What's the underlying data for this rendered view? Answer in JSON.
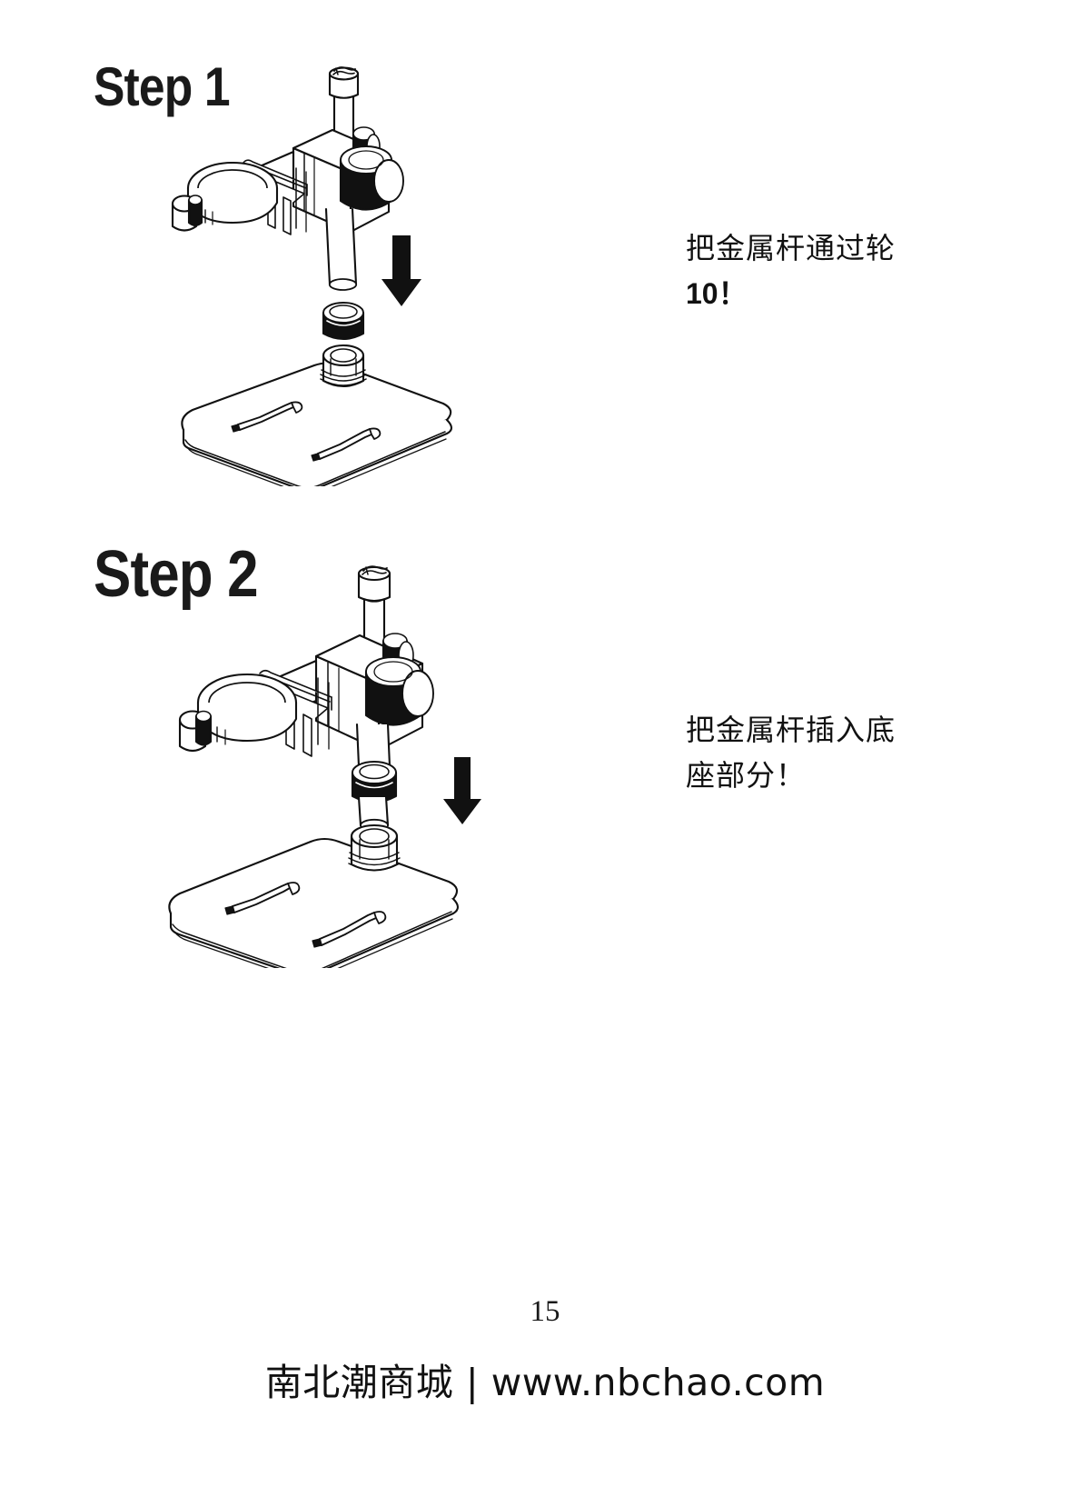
{
  "document": {
    "type": "assembly-instruction-page",
    "background_color": "#ffffff",
    "ink_color": "#1a1a1a"
  },
  "steps": [
    {
      "heading": "Step 1",
      "caption_lines": [
        "把金属杆通过轮",
        "10！"
      ],
      "caption_line1": "把金属杆通过轮",
      "caption_line2_number": "10",
      "caption_line2_mark": "！",
      "arrow": "down-arrow",
      "figure": {
        "name": "microscope-stand-step1-diagram",
        "parts": [
          "holder-ring",
          "ring-clamp-knob",
          "focus-knob-front",
          "focus-knob-rear",
          "carriage-block",
          "metal-rod",
          "rod-top-cap",
          "knurled-lock-nut",
          "base-plate",
          "base-socket",
          "stage-clip-left",
          "stage-clip-right"
        ]
      }
    },
    {
      "heading": "Step 2",
      "caption_lines": [
        "把金属杆插入底",
        "座部分！"
      ],
      "caption_line1": "把金属杆插入底",
      "caption_line2": "座部分！",
      "arrow": "down-arrow",
      "figure": {
        "name": "microscope-stand-step2-diagram",
        "parts": [
          "holder-ring",
          "ring-clamp-knob",
          "focus-knob-front",
          "focus-knob-rear",
          "carriage-block",
          "metal-rod",
          "rod-top-cap",
          "knurled-lock-nut-installed",
          "base-plate",
          "base-socket",
          "stage-clip-left",
          "stage-clip-right"
        ]
      }
    }
  ],
  "footer": {
    "page_number": "15",
    "brand": "南北潮商城 | www.nbchao.com"
  }
}
